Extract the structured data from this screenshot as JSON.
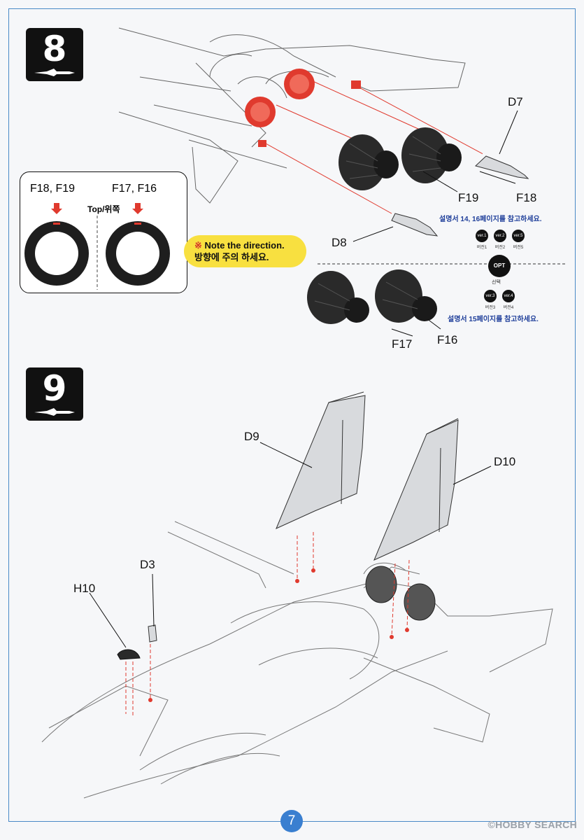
{
  "steps": {
    "step8": "8",
    "step9": "9"
  },
  "step8": {
    "labels": {
      "d7": "D7",
      "d8": "D8",
      "f16": "F16",
      "f17": "F17",
      "f18": "F18",
      "f19": "F19"
    },
    "tire_box": {
      "left_label": "F18, F19",
      "right_label": "F17, F16",
      "direction": "Top/위쪽"
    },
    "note": {
      "line1": "Note the direction.",
      "line2": "방향에 주의 하세요.",
      "mark": "※"
    },
    "ref_top": "설명서 14, 16페이지를 참고하세요.",
    "ref_bottom": "설명서 15페이지를 참고하세요.",
    "versions_top": [
      {
        "chip": "ver.1",
        "sub": "버전1"
      },
      {
        "chip": "ver.2",
        "sub": "버전2"
      },
      {
        "chip": "ver.5",
        "sub": "버전5"
      }
    ],
    "versions_bottom": [
      {
        "chip": "ver.3",
        "sub": "버전3"
      },
      {
        "chip": "ver.4",
        "sub": "버전4"
      }
    ],
    "opt": {
      "chip": "OPT",
      "sub": "선택"
    }
  },
  "step9": {
    "labels": {
      "d9": "D9",
      "d10": "D10",
      "d3": "D3",
      "h10": "H10"
    }
  },
  "footer": {
    "page_number": "7",
    "watermark": "©HOBBY SEARCH"
  },
  "colors": {
    "frame": "#4a8ac6",
    "accent_red": "#e03a2e",
    "note_yellow": "#f8e040",
    "ref_blue": "#1f3f9a",
    "page_badge": "#3a7fd0"
  }
}
